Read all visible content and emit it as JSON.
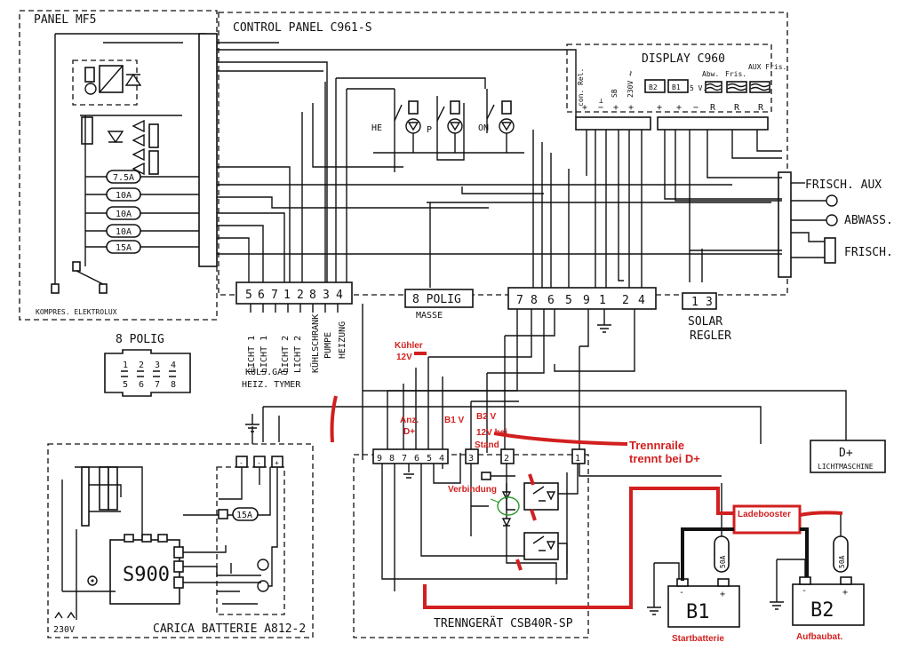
{
  "panels": {
    "mf5": "PANEL MF5",
    "control": "CONTROL PANEL C961-S",
    "display": "DISPLAY C960",
    "carica": "CARICA BATTERIE A812-2",
    "trenngeraet": "TRENNGERÄT CSB40R-SP"
  },
  "mf5": {
    "fuses": [
      "7.5A",
      "10A",
      "10A",
      "10A",
      "15A"
    ],
    "footer": "KOMPRES. ELEKTROLUX"
  },
  "plug8": {
    "title": "8 POLIG",
    "top": [
      "1",
      "2",
      "3",
      "4"
    ],
    "bottom": [
      "5",
      "6",
      "7",
      "8"
    ]
  },
  "switches": [
    "HE",
    "P",
    "ON"
  ],
  "display": {
    "left_labels": [
      "con. Rel.",
      "⊥",
      "SB",
      "230V ⏦"
    ],
    "left_signs": [
      "+",
      "−",
      "+",
      "+"
    ],
    "icons": [
      "B2",
      "B1",
      "5 V.",
      "Abw.",
      "Fris.",
      "AUX Fris."
    ],
    "right_signs": [
      "+",
      "+",
      "−",
      "R",
      "R",
      "R"
    ]
  },
  "terminal_blocks": {
    "left": [
      "5",
      "6",
      "7",
      "1",
      "2",
      "8",
      "3",
      "4"
    ],
    "masse": "8 POLIG",
    "masse_sub": "MASSE",
    "mid": [
      "7",
      "8",
      "6",
      "5",
      "9",
      "1",
      "2",
      "4"
    ],
    "solar": [
      "1",
      "3"
    ],
    "solar_label": [
      "SOLAR",
      "REGLER"
    ]
  },
  "wire_labels": [
    "LICHT 1",
    "LICHT 1",
    "LICHT 2",
    "LICHT 2",
    "KÜHLSCHRANK",
    "PUMPE",
    "HEIZUNG"
  ],
  "wire_footer": [
    "KÜLS.GAS",
    "HEIZ. TYMER"
  ],
  "tanks": [
    "FRISCH. AUX",
    "ABWASS.",
    "FRISCH."
  ],
  "csb": {
    "terminals_left": [
      "9",
      "8",
      "7",
      "6",
      "5",
      "4"
    ],
    "terminals_right": [
      "3",
      "2",
      "1"
    ]
  },
  "carica": {
    "s900": "S900",
    "fuse": "15A",
    "voltage": "230V",
    "ports": [
      "-",
      "-",
      "+"
    ]
  },
  "dplus": {
    "title": "D+",
    "sub": "LICHTMASCHINE"
  },
  "batteries": {
    "b1": "B1",
    "b2": "B2",
    "fuse": "50A",
    "b1_label": "Startbatterie",
    "b2_label": "Aufbaubat."
  },
  "annotations": {
    "kuehler": "Kühler",
    "kuehler_v": "12V",
    "anz": "Anz.",
    "anz_d": "D+",
    "b1v": "B1 V",
    "b2v": "B2 V",
    "stand1": "12V bei",
    "stand2": "Stand",
    "trenn1": "Trennraile",
    "trenn2": "trennt bei D+",
    "verbindung": "Verbindung",
    "booster": "Ladebooster"
  }
}
